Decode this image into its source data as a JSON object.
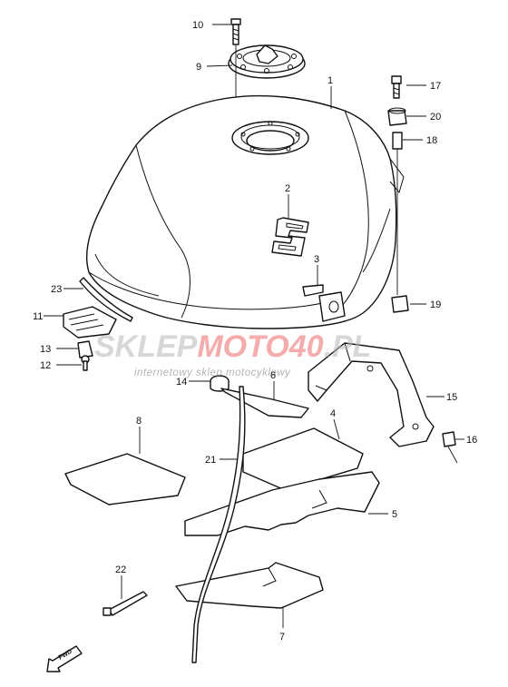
{
  "callouts": {
    "c1": "1",
    "c2": "2",
    "c3": "3",
    "c4": "4",
    "c5": "5",
    "c6": "6",
    "c7": "7",
    "c8": "8",
    "c9": "9",
    "c10": "10",
    "c11": "11",
    "c12": "12",
    "c13": "13",
    "c14": "14",
    "c15": "15",
    "c16": "16",
    "c17": "17",
    "c18": "18",
    "c19": "19",
    "c20": "20",
    "c21": "21",
    "c22": "22",
    "c23": "23"
  },
  "watermark": {
    "brand_part1": "SKLEP",
    "brand_part2": "MOTO",
    "brand_part3": "40",
    "brand_part4": ".PL",
    "tagline": "internetowy sklep motocyklowy"
  },
  "direction_marker": {
    "label": "FWD"
  }
}
